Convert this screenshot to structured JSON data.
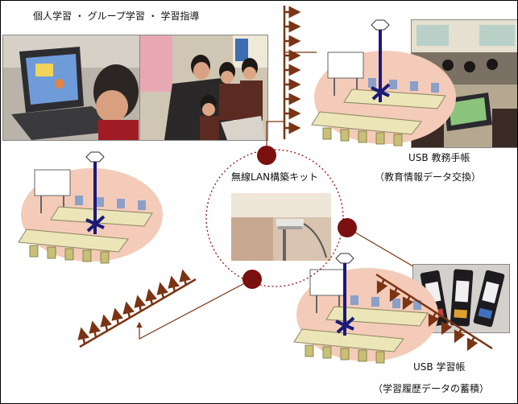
{
  "labels": {
    "title": "個人学習 ・ グループ学習 ・ 学習指導",
    "wireless_kit": "無線LAN構築キット",
    "usb_teacher": "USB 教務手帳",
    "usb_teacher_sub": "（教育情報データ交換）",
    "usb_learning": "USB 学習帳",
    "usb_learning_sub": "（学習履歴データの蓄積）"
  },
  "colors": {
    "node": "#7a1010",
    "antenna": "#7a3414",
    "pole": "#1a1a7a",
    "floor": "#f3c9b6",
    "desk": "#e9e3b2",
    "chair": "#8aa0c8",
    "dotted": "#9a2020"
  }
}
